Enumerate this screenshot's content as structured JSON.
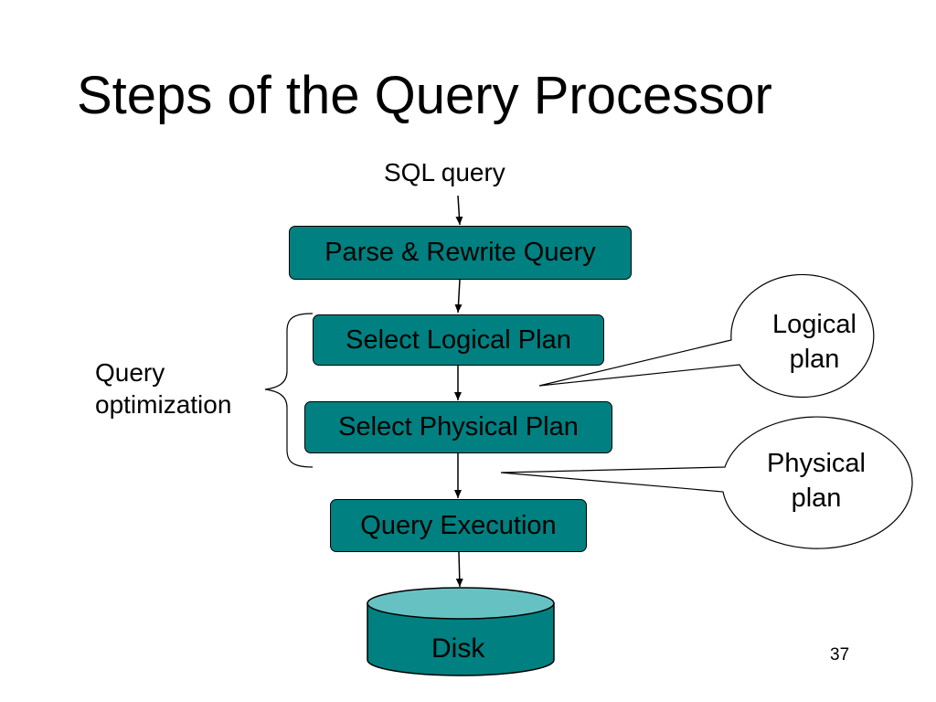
{
  "slide": {
    "title": "Steps of the Query Processor",
    "input_label": "SQL query",
    "steps": [
      "Parse & Rewrite Query",
      "Select Logical Plan",
      "Select Physical Plan",
      "Query Execution"
    ],
    "storage_label": "Disk",
    "group_label_line1": "Query",
    "group_label_line2": "optimization",
    "callouts": {
      "logical_line1": "Logical",
      "logical_line2": "plan",
      "physical_line1": "Physical",
      "physical_line2": "plan"
    },
    "page_number": "37"
  },
  "colors": {
    "box_fill": "#008080",
    "disk_fill": "#008080",
    "disk_top": "#66c2c2"
  }
}
